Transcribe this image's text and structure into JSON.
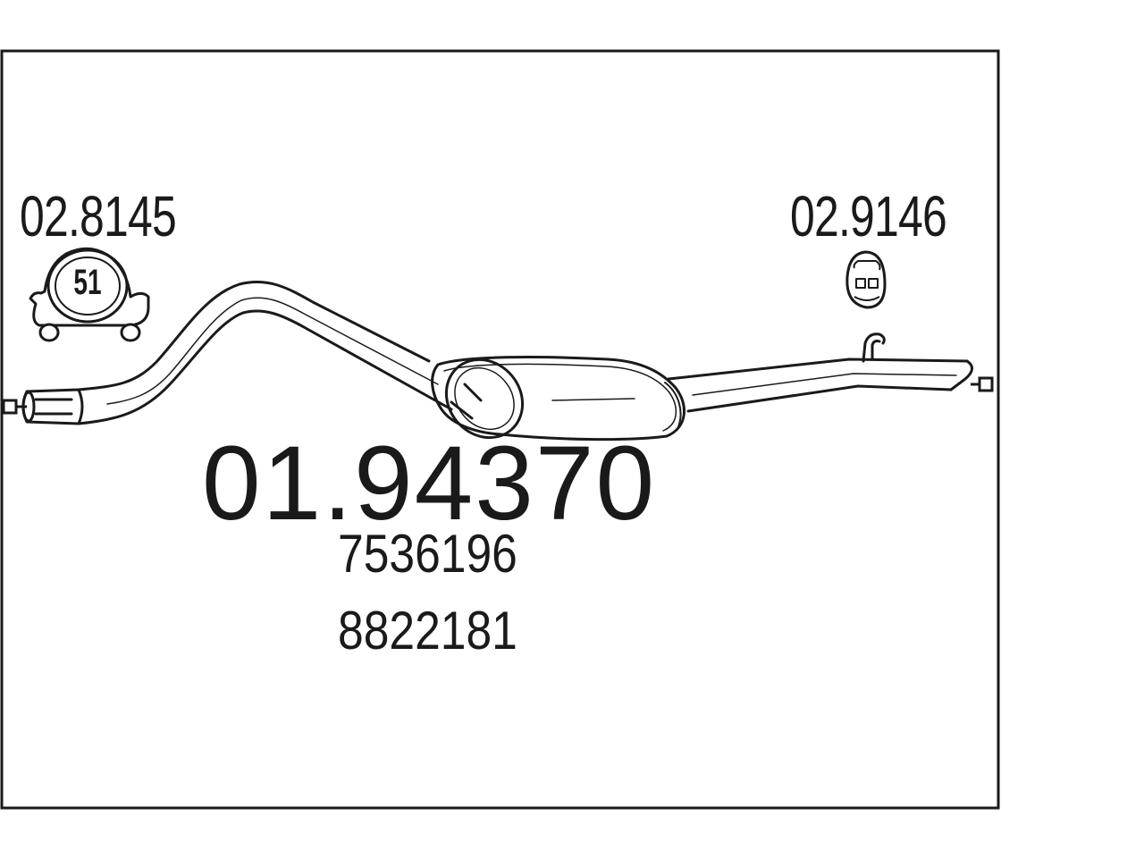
{
  "diagram": {
    "main_part_number": "01.94370",
    "oem_numbers": [
      "7536196",
      "8822181"
    ],
    "accessories": {
      "clamp": {
        "part_number": "02.8145",
        "size_label": "51",
        "icon": "exhaust-clamp-icon"
      },
      "hanger": {
        "part_number": "02.9146",
        "icon": "rubber-hanger-icon"
      }
    },
    "component_icon": "rear-silencer-with-tailpipe",
    "line_color": "#1a1a1a",
    "background_color": "#ffffff"
  }
}
